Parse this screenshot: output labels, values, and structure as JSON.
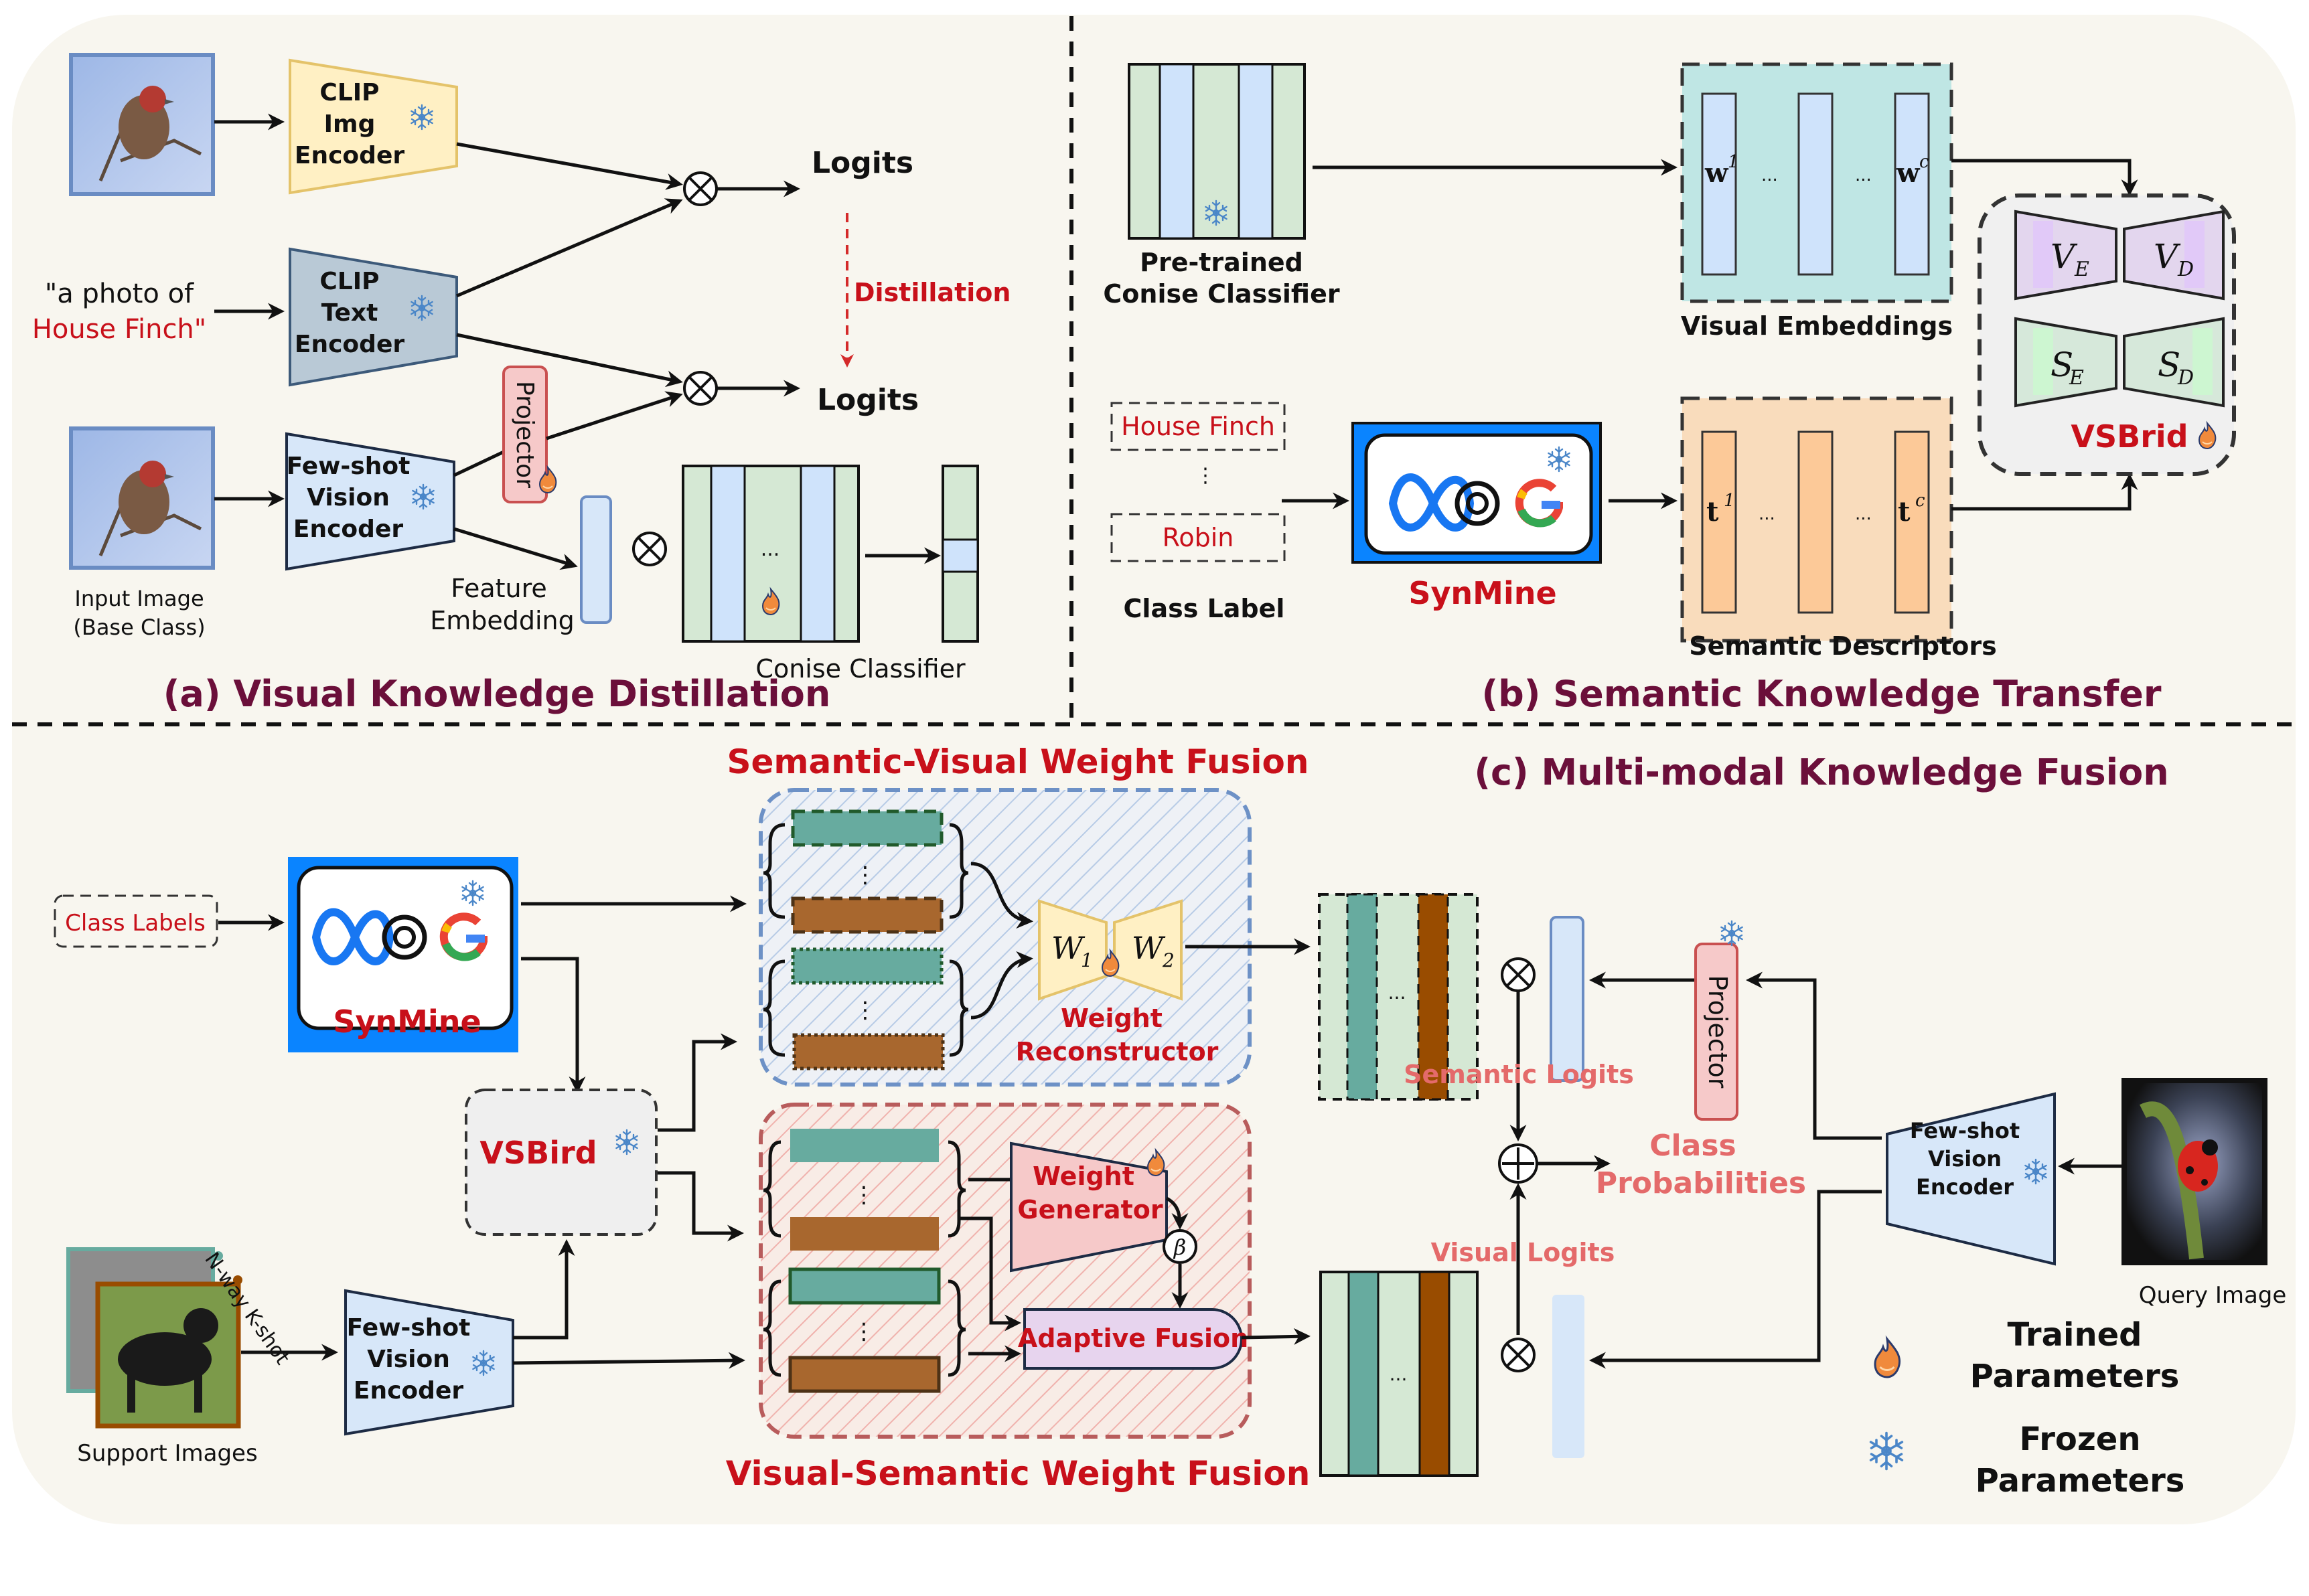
{
  "panels": {
    "a": {
      "title": "(a) Visual Knowledge Distillation",
      "clip_img_encoder": [
        "CLIP",
        "Img",
        "Encoder"
      ],
      "prompt_line1": "\"a photo of",
      "prompt_line2": "House Finch\"",
      "clip_text_encoder": [
        "CLIP",
        "Text",
        "Encoder"
      ],
      "fewshot_encoder": [
        "Few-shot",
        "Vision",
        "Encoder"
      ],
      "projector": "Projector",
      "logits_top": "Logits",
      "logits_bottom": "Logits",
      "distillation": "Distillation",
      "input_image_caption": [
        "Input Image",
        "(Base Class)"
      ],
      "feature_embedding": [
        "Feature",
        "Embedding"
      ],
      "conise_classifier": "Conise Classifier",
      "ellipsis": "..."
    },
    "b": {
      "title": "(b) Semantic Knowledge Transfer",
      "pretrained_classifier": [
        "Pre-trained",
        "Conise Classifier"
      ],
      "visual_embeddings": "Visual Embeddings",
      "w_first": "w",
      "w_first_sup": "1",
      "w_last": "w",
      "w_last_sup": "c",
      "class_label_1": "House Finch",
      "class_label_2": "Robin",
      "class_label_caption": "Class Label",
      "synmine": "SynMine",
      "semantic_descriptors": "Semantic Descriptors",
      "t_first": "t",
      "t_first_sup": "1",
      "t_last": "t",
      "t_last_sup": "c",
      "vsbrid": "VSBrid",
      "ve": "V",
      "ve_sub": "E",
      "vd": "V",
      "vd_sub": "D",
      "se": "S",
      "se_sub": "E",
      "sd": "S",
      "sd_sub": "D",
      "ellipsis": "..."
    },
    "c": {
      "title": "(c) Multi-modal Knowledge Fusion",
      "class_labels": "Class Labels",
      "synmine": "SynMine",
      "vsbird": "VSBird",
      "support_images": "Support Images",
      "nway_kshot": "N-way K-shot",
      "fewshot_encoder": [
        "Few-shot",
        "Vision",
        "Encoder"
      ],
      "sv_fusion_title": "Semantic-Visual Weight Fusion",
      "vs_fusion_title": "Visual-Semantic Weight Fusion",
      "w1": "W",
      "w1_sub": "1",
      "w2": "W",
      "w2_sub": "2",
      "weight_reconstructor": [
        "Weight",
        "Reconstructor"
      ],
      "weight_generator": [
        "Weight",
        "Generator"
      ],
      "beta": "β",
      "adaptive_fusion": "Adaptive Fusion",
      "semantic_logits": "Semantic Logits",
      "visual_logits": "Visual Logits",
      "class_probabilities": [
        "Class",
        "Probabilities"
      ],
      "projector": "Projector",
      "query_encoder": [
        "Few-shot",
        "Vision",
        "Encoder"
      ],
      "query_image": "Query Image",
      "ellipsis": "..."
    }
  },
  "legend": {
    "trained": [
      "Trained",
      "Parameters"
    ],
    "frozen": [
      "Frozen",
      "Parameters"
    ]
  },
  "icons": {
    "frozen": "snowflake-icon",
    "trained": "flame-icon",
    "multiply": "⊗",
    "add": "⊕"
  },
  "colors": {
    "background": "#f8f6ef",
    "title": "#6b0f3a",
    "accent_red": "#c8101a",
    "logits_pink": "#e46a6a",
    "clip_img": "#fff0c4",
    "clip_text": "#b9c9d6",
    "vision_encoder": "#d7e7f9",
    "classifier_green": "#d5e8d4",
    "classifier_blue": "#cfe3fb",
    "teal": "#67ab9f",
    "brown": "#994c00",
    "synmine_blue": "#0a84ff"
  }
}
